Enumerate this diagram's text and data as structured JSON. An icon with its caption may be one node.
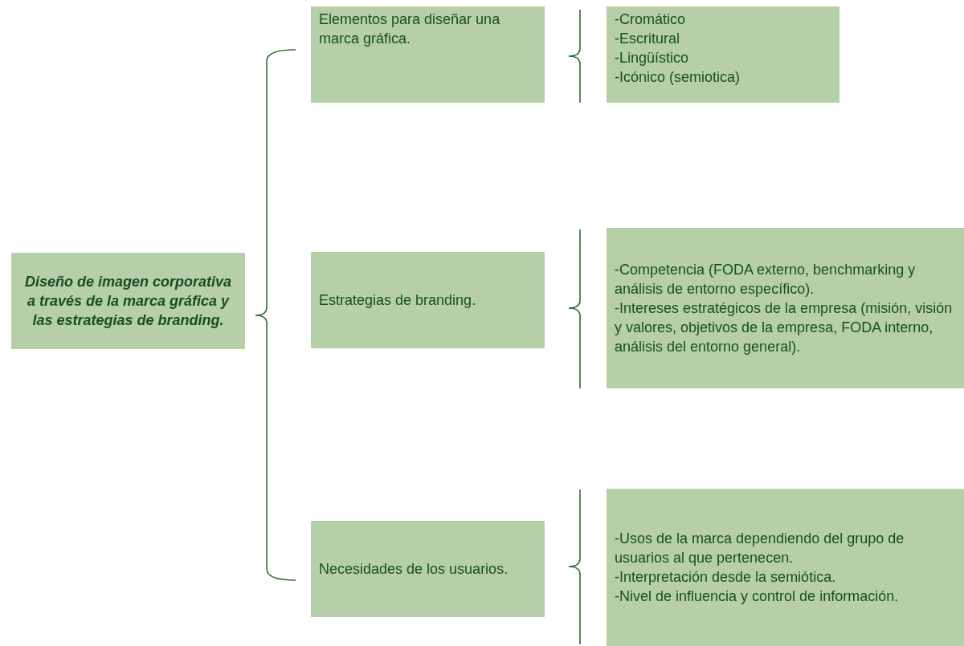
{
  "diagram": {
    "nodes": [
      {
        "text": [
          "Diseño de imagen corporativa a través de la marca gráfica y las estrategias de branding."
        ]
      },
      {
        "text": [
          "Elementos para diseñar una marca gráfica."
        ]
      },
      {
        "text": [
          "-Cromático",
          "-Escritural",
          "-Lingüístico",
          "-Icónico (semiotica)"
        ]
      },
      {
        "text": [
          "Estrategias de branding."
        ]
      },
      {
        "text": [
          "-Competencia (FODA externo, benchmarking y análisis de entorno específico).",
          "-Intereses estratégicos de la empresa (misión, visión y valores, objetivos de la empresa, FODA interno, análisis del entorno general)."
        ]
      },
      {
        "text": [
          "Necesidades de los usuarios."
        ]
      },
      {
        "text": [
          "-Usos de la marca dependiendo del grupo de usuarios al que pertenecen.",
          "-Interpretación desde la semiótica.",
          "-Nivel de influencia y control de información."
        ]
      }
    ]
  }
}
